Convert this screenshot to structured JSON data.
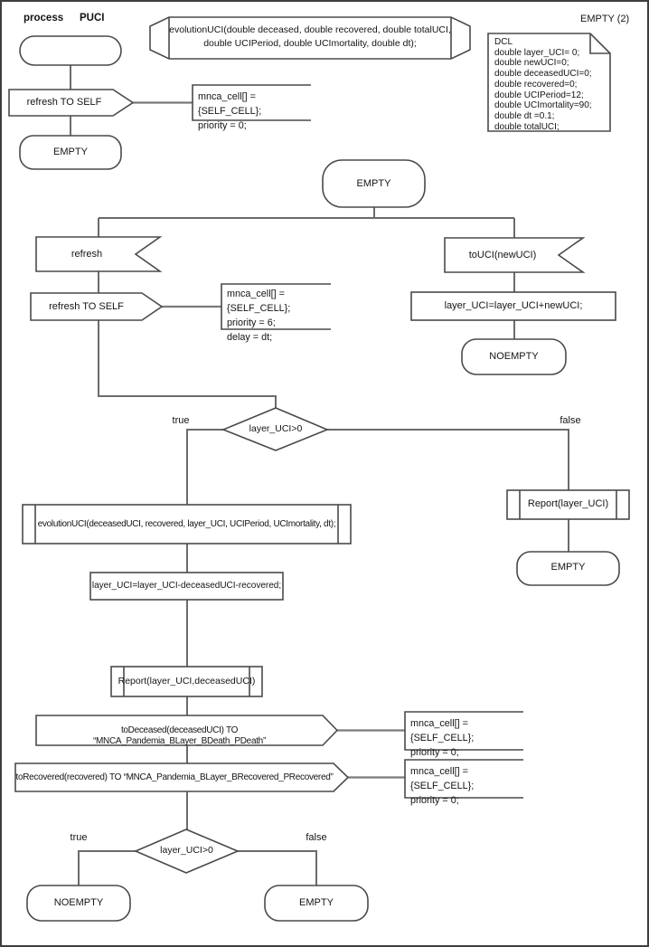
{
  "colors": {
    "shape_stroke": "#4a4a4a",
    "connector": "#6b6b6b",
    "fill": "#ffffff",
    "text": "#141414"
  },
  "header": {
    "process_label": "process",
    "process_name": "PUCI",
    "page_label": "EMPTY (2)"
  },
  "declarations": {
    "procedure_signature": "evolutionUCI(double deceased, double recovered, double totalUCI,\ndouble UCIPeriod, double UCImortality, double dt);",
    "dcl_block": "DCL\ndouble layer_UCI= 0;\ndouble newUCI=0;\ndouble deceasedUCI=0;\ndouble recovered=0;\ndouble UCIPeriod=12;\ndouble UCImortality=90;\ndouble dt =0.1;\ndouble totalUCI;"
  },
  "start_flow": {
    "output_refresh": "refresh TO SELF",
    "output_refresh_comment": "mnca_cell[] = {SELF_CELL};\npriority = 0;",
    "state_empty": "EMPTY"
  },
  "empty_flow": {
    "state_empty": "EMPTY",
    "input_refresh": "refresh",
    "output_refresh": "refresh TO SELF",
    "output_refresh_comment": "mnca_cell[] = {SELF_CELL};\npriority = 6;\ndelay = dt;",
    "input_touci": "toUCI(newUCI)",
    "task_add": "layer_UCI=layer_UCI+newUCI;",
    "state_noempty": "NOEMPTY"
  },
  "decision_top": {
    "condition": "layer_UCI>0",
    "true_label": "true",
    "false_label": "false"
  },
  "false_branch": {
    "call_report": "Report(layer_UCI)",
    "state_empty": "EMPTY"
  },
  "true_branch": {
    "call_evolution": "evolutionUCI(deceasedUCI, recovered, layer_UCI, UCIPeriod, UCImortality, dt);",
    "task_subtract": "layer_UCI=layer_UCI-deceasedUCI-recovered;",
    "call_report": "Report(layer_UCI,deceasedUCI)",
    "output_todeceased": "toDeceased(deceasedUCI) TO “MNCA_Pandemia_BLayer_BDeath_PDeath”",
    "todeceased_comment": "mnca_cell[] = {SELF_CELL};\npriority = 0;",
    "output_torecovered": "toRecovered(recovered) TO “MNCA_Pandemia_BLayer_BRecovered_PRecovered”",
    "torecovered_comment": "mnca_cell[] = {SELF_CELL};\npriority = 0;"
  },
  "decision_bottom": {
    "condition": "layer_UCI>0",
    "true_label": "true",
    "false_label": "false",
    "state_true": "NOEMPTY",
    "state_false": "EMPTY"
  }
}
